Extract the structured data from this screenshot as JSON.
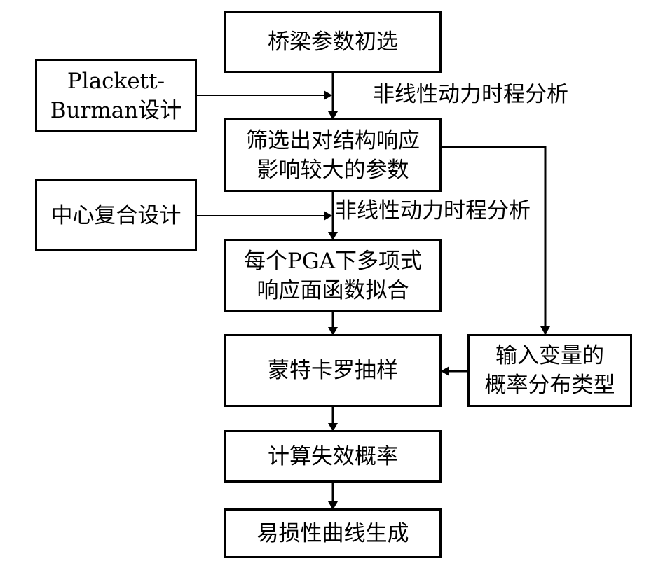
{
  "nodes": {
    "initial": "桥梁参数初选",
    "plackett": [
      "Plackett-",
      "Burman设计"
    ],
    "screen": [
      "筛选出对结构响应",
      "影响较大的参数"
    ],
    "ccd": "中心复合设计",
    "fit": [
      "每个PGA下多项式",
      "响应面函数拟合"
    ],
    "monte": "蒙特卡罗抽样",
    "dist": [
      "输入变量的",
      "概率分布类型"
    ],
    "failure": "计算失效概率",
    "curve": "易损性曲线生成"
  },
  "labels": {
    "nonlinear1": "非线性动力时程分析",
    "nonlinear2": "非线性动力时程分析"
  }
}
